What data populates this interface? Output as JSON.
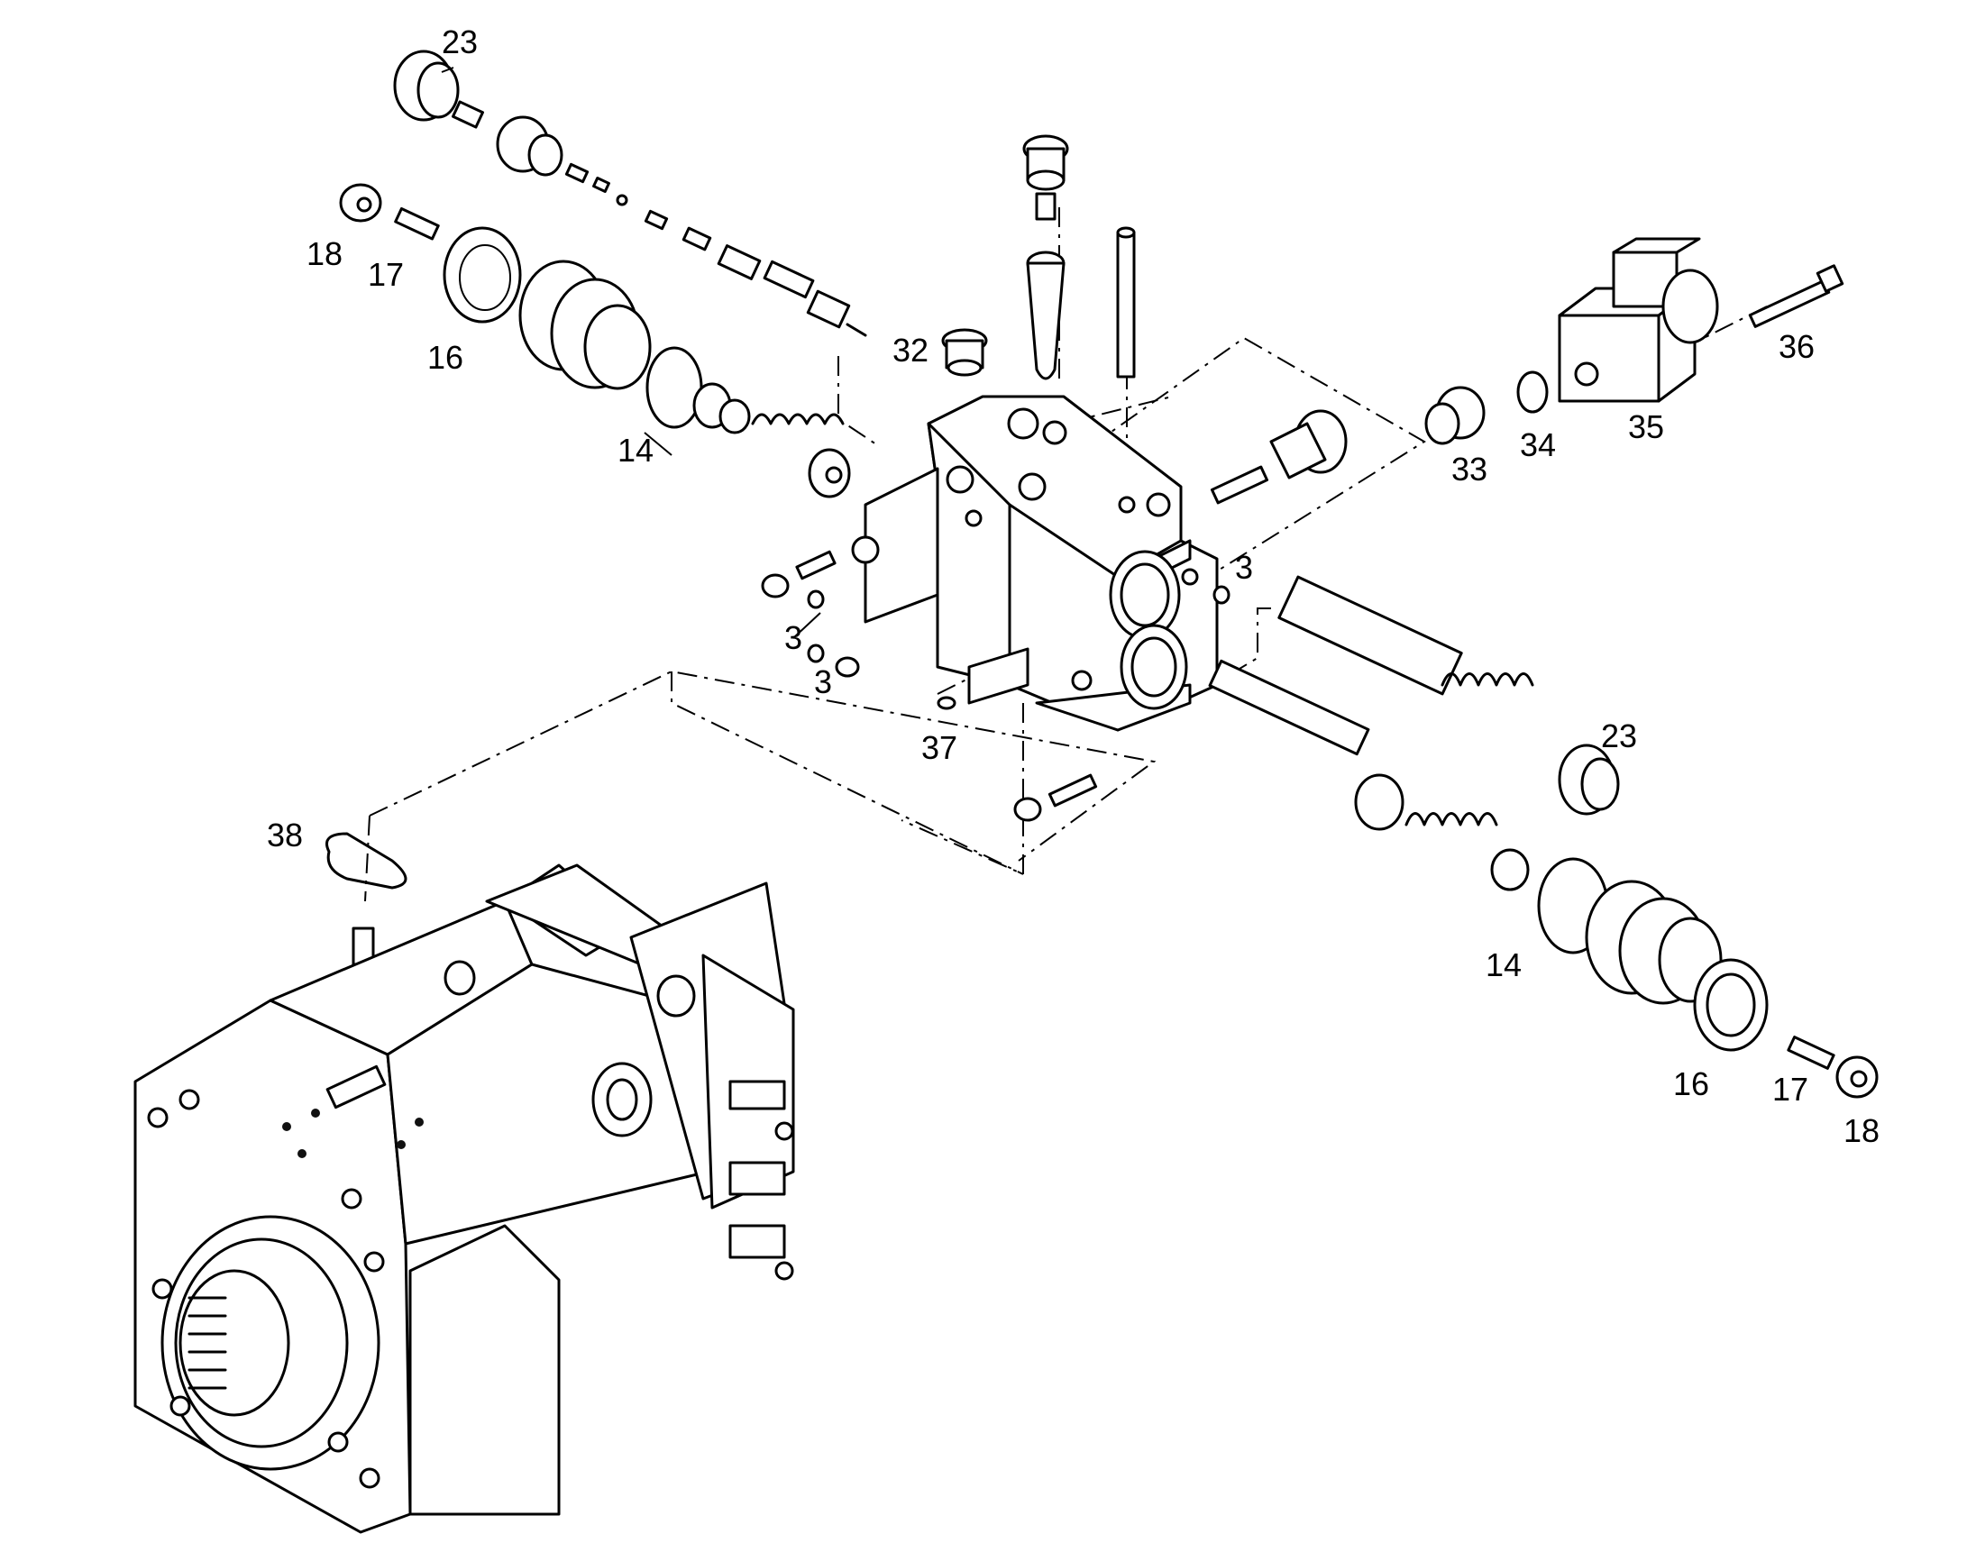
{
  "callouts": [
    {
      "id": "c23a",
      "text": "23"
    },
    {
      "id": "c18a",
      "text": "18"
    },
    {
      "id": "c17a",
      "text": "17"
    },
    {
      "id": "c16a",
      "text": "16"
    },
    {
      "id": "c14a",
      "text": "14"
    },
    {
      "id": "c32",
      "text": "32"
    },
    {
      "id": "c36",
      "text": "36"
    },
    {
      "id": "c35",
      "text": "35"
    },
    {
      "id": "c34",
      "text": "34"
    },
    {
      "id": "c33",
      "text": "33"
    },
    {
      "id": "c3a",
      "text": "3"
    },
    {
      "id": "c3b",
      "text": "3"
    },
    {
      "id": "c3c",
      "text": "3"
    },
    {
      "id": "c37",
      "text": "37"
    },
    {
      "id": "c23b",
      "text": "23"
    },
    {
      "id": "c38",
      "text": "38"
    },
    {
      "id": "c14b",
      "text": "14"
    },
    {
      "id": "c16b",
      "text": "16"
    },
    {
      "id": "c17b",
      "text": "17"
    },
    {
      "id": "c18b",
      "text": "18"
    }
  ]
}
